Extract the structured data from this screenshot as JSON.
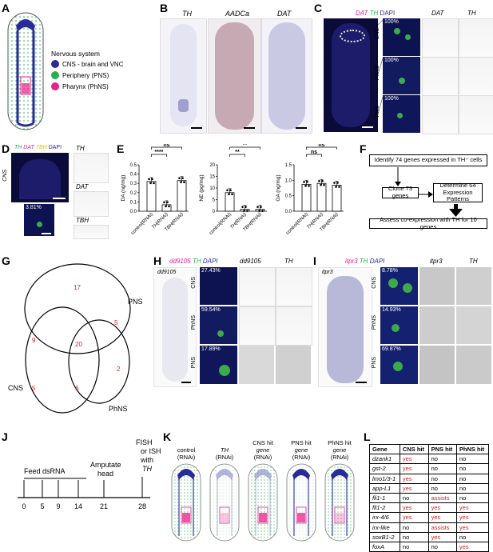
{
  "panels": {
    "a": "A",
    "b": "B",
    "c": "C",
    "d": "D",
    "e": "E",
    "f": "F",
    "g": "G",
    "h": "H",
    "i": "I",
    "j": "J",
    "k": "K",
    "l": "L"
  },
  "legend_a": {
    "title": "Nervous system",
    "items": [
      {
        "label": "CNS - brain and VNC",
        "color": "#2a2a9a"
      },
      {
        "label": "Periphery (PNS)",
        "color": "#22b14c"
      },
      {
        "label": "Pharynx (PhNS)",
        "color": "#e8208a"
      }
    ]
  },
  "panel_b": {
    "titles": [
      "TH",
      "AADCa",
      "DAT"
    ]
  },
  "panel_c": {
    "channels": [
      "DAT",
      "TH",
      "DAPI"
    ],
    "col_headers": [
      "DAT",
      "TH"
    ],
    "rows": [
      {
        "tag": "CNS",
        "pct": "100%"
      },
      {
        "tag": "PhNS",
        "pct": "100%"
      },
      {
        "tag": "PNS",
        "pct": "100%"
      }
    ]
  },
  "panel_d": {
    "channels": [
      "TH",
      "DAT",
      "TBH",
      "DAPI"
    ],
    "side": "CNS",
    "inset_pct": "3.81%",
    "side_titles": [
      "TH",
      "DAT",
      "TBH"
    ]
  },
  "panel_e": {
    "charts": [
      {
        "ylabel": "DA (ng/mg)",
        "ylim": [
          0,
          0.5
        ],
        "yticks": [
          "0.0",
          "0.1",
          "0.2",
          "0.3",
          "0.4",
          "0.5"
        ],
        "categories": [
          "control(RNAi)",
          "TH(RNAi)",
          "TBH(RNAi)"
        ],
        "values": [
          0.32,
          0.07,
          0.33
        ],
        "sig": [
          {
            "from": 0,
            "to": 1,
            "label": "****"
          },
          {
            "from": 0,
            "to": 2,
            "label": "ns"
          }
        ]
      },
      {
        "ylabel": "NE (pg/mg)",
        "ylim": [
          0,
          20
        ],
        "yticks": [
          "0",
          "5",
          "10",
          "15",
          "20"
        ],
        "categories": [
          "control(RNAi)",
          "TH(RNAi)",
          "TBH(RNAi)"
        ],
        "values": [
          8,
          0.8,
          0.8
        ],
        "sig": [
          {
            "from": 0,
            "to": 1,
            "label": "**"
          },
          {
            "from": 0,
            "to": 2,
            "label": "**"
          }
        ]
      },
      {
        "ylabel": "OA (ng/mg)",
        "ylim": [
          0,
          1.5
        ],
        "yticks": [
          "0.0",
          "0.5",
          "1.0",
          "1.5"
        ],
        "categories": [
          "control(RNAi)",
          "TH(RNAi)",
          "TBH(RNAi)"
        ],
        "values": [
          0.87,
          0.9,
          0.84
        ],
        "sig": [
          {
            "from": 0,
            "to": 1,
            "label": "ns"
          },
          {
            "from": 0,
            "to": 2,
            "label": "ns"
          }
        ]
      }
    ]
  },
  "panel_f": {
    "box1": "Identify 74 genes expressed in TH⁺ cells",
    "box2": "Clone 73 genes",
    "box3": "Determine 64 Expression Patterns",
    "box4": "Assess co-expression with TH for 10 genes"
  },
  "panel_g": {
    "labels": {
      "pns": "PNS",
      "cns": "CNS",
      "phns": "PhNS"
    },
    "counts": [
      "17",
      "9",
      "5",
      "20",
      "5",
      "6",
      "2"
    ]
  },
  "panel_h": {
    "gene": "dd9105",
    "channels": [
      "dd9105",
      "TH",
      "DAPI"
    ],
    "whole_label": "dd9105",
    "col_headers": [
      "dd9105",
      "TH"
    ],
    "rows": [
      {
        "tag": "CNS",
        "pct": "27.43%"
      },
      {
        "tag": "PhNS",
        "pct": "59.54%"
      },
      {
        "tag": "PNS",
        "pct": "17.89%"
      }
    ]
  },
  "panel_i": {
    "gene": "itpr3",
    "channels": [
      "itpr3",
      "TH",
      "DAPI"
    ],
    "whole_label": "itpr3",
    "col_headers": [
      "itpr3",
      "TH"
    ],
    "rows": [
      {
        "tag": "CNS",
        "pct": "8.78%"
      },
      {
        "tag": "PhNS",
        "pct": "14.93%"
      },
      {
        "tag": "PNS",
        "pct": "69.87%"
      }
    ]
  },
  "panel_j": {
    "feed": "Feed dsRNA",
    "amputate": "Amputate head",
    "fish": "FISH or ISH with",
    "fish_gene": "TH",
    "ticks": [
      "0",
      "5",
      "9",
      "14",
      "21",
      "28"
    ]
  },
  "panel_k": {
    "columns": [
      {
        "top": "",
        "mid": "control",
        "bottom": "(RNAi)"
      },
      {
        "top": "",
        "mid": "TH",
        "bottom": "(RNAi)"
      },
      {
        "top": "CNS hit",
        "mid": "gene",
        "bottom": "(RNAi)"
      },
      {
        "top": "PNS hit",
        "mid": "gene",
        "bottom": "(RNAi)"
      },
      {
        "top": "PhNS hit",
        "mid": "gene",
        "bottom": "(RNAi)"
      }
    ]
  },
  "panel_l": {
    "headers": [
      "Gene",
      "CNS hit",
      "PNS hit",
      "PhNS hit"
    ],
    "rows": [
      [
        "dzank1",
        "yes",
        "no",
        "no"
      ],
      [
        "gst-2",
        "yes",
        "no",
        "no"
      ],
      [
        "lmo1/3-1",
        "yes",
        "no",
        "no"
      ],
      [
        "app-L1",
        "yes",
        "no",
        "no"
      ],
      [
        "fli1-1",
        "no",
        "assists",
        "no"
      ],
      [
        "fli1-2",
        "yes",
        "yes",
        "yes"
      ],
      [
        "irx-4/6",
        "yes",
        "yes",
        "yes"
      ],
      [
        "irx-like",
        "no",
        "assists",
        "yes"
      ],
      [
        "soxB1-2",
        "no",
        "yes",
        "no"
      ],
      [
        "foxA",
        "no",
        "no",
        "yes"
      ]
    ]
  }
}
